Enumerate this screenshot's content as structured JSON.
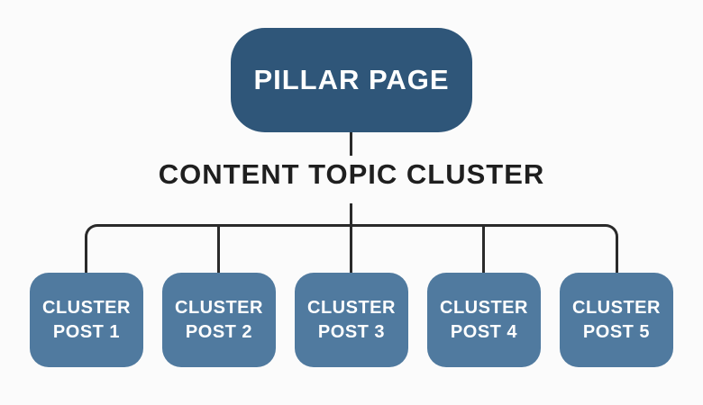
{
  "colors": {
    "background": "#fbfbfb",
    "pillar_fill": "#2f5679",
    "post_fill": "#507a9f",
    "node_text": "#ffffff",
    "title_text": "#1f1f1f",
    "connector_line": "#2a2a2a"
  },
  "diagram": {
    "pillar_label": "PILLAR PAGE",
    "title": "CONTENT TOPIC CLUSTER",
    "posts": [
      {
        "line1": "CLUSTER",
        "line2": "POST 1"
      },
      {
        "line1": "CLUSTER",
        "line2": "POST 2"
      },
      {
        "line1": "CLUSTER",
        "line2": "POST 3"
      },
      {
        "line1": "CLUSTER",
        "line2": "POST 4"
      },
      {
        "line1": "CLUSTER",
        "line2": "POST 5"
      }
    ]
  }
}
